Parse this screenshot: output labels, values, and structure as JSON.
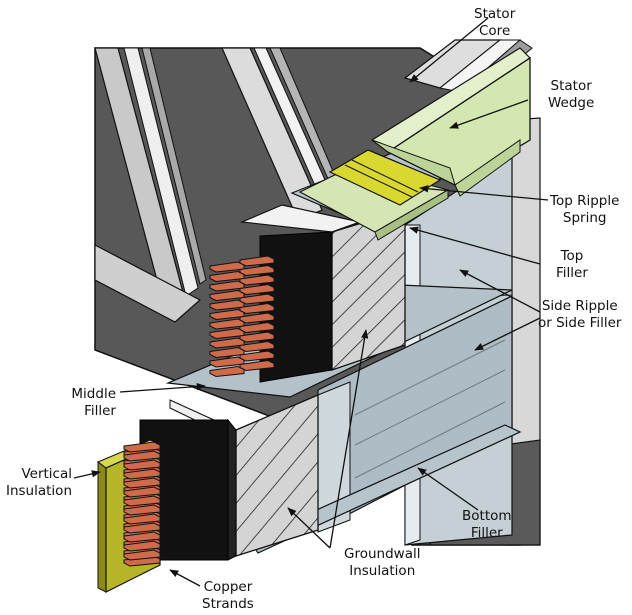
{
  "labels": {
    "stator_core": [
      "Stator",
      "Core"
    ],
    "stator_wedge": [
      "Stator",
      "Wedge"
    ],
    "top_ripple_spring": [
      "Top Ripple",
      "Spring"
    ],
    "top_filler": [
      "Top",
      "Filler"
    ],
    "side_ripple": [
      "Side Ripple",
      "or Side Filler"
    ],
    "middle_filler": [
      "Middle",
      "Filler"
    ],
    "vertical_insulation": [
      "Vertical",
      "Insulation"
    ],
    "bottom_filler": [
      "Bottom",
      "Filler"
    ],
    "groundwall_insulation": [
      "Groundwall",
      "Insulation"
    ],
    "copper_strands": [
      "Copper",
      "Strands"
    ]
  },
  "colors": {
    "core_dark": "#5a5a5a",
    "core_light": "#d6d6d6",
    "wedge": "#d5e8b4",
    "ripple_spring": "#d8d82a",
    "filler_steel": "#b6c3cb",
    "copper": "#cf6b4a",
    "vertical_insulation": "#b6b52a",
    "groundwall": "#d2d2d2"
  }
}
